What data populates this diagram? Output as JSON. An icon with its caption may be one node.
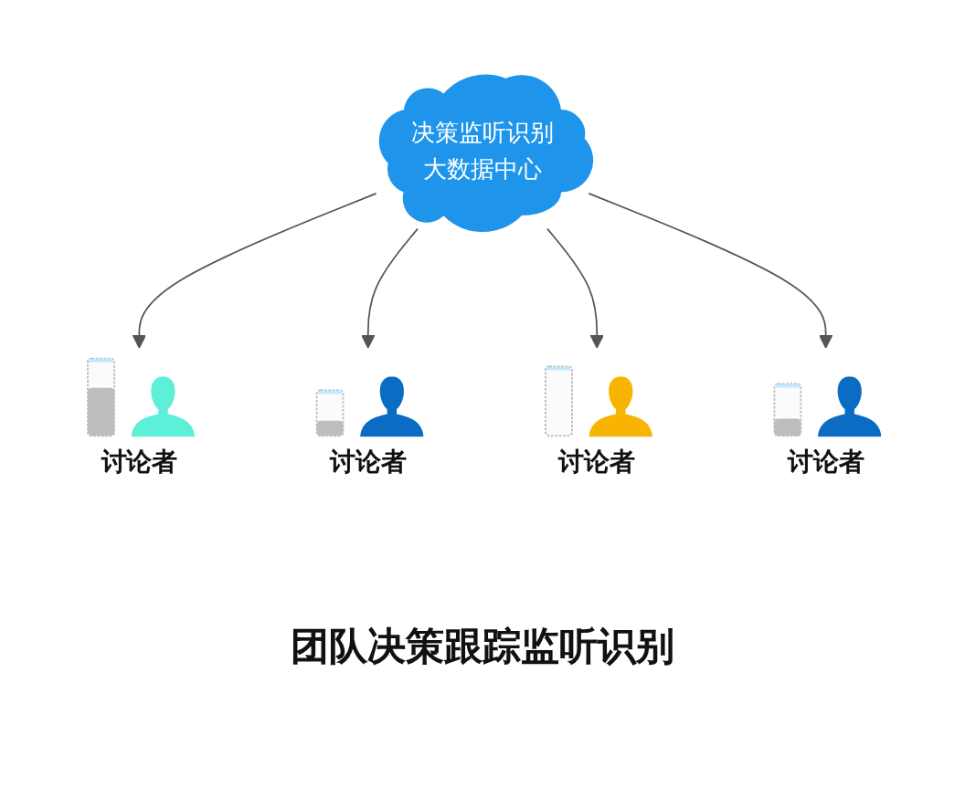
{
  "diagram": {
    "caption": "团队决策跟踪监听识别",
    "nodes": [
      {
        "text": [
          "决策监听识别大数据中心"
        ]
      },
      {
        "text": [
          "讨论者"
        ]
      },
      {
        "text": [
          "讨论者"
        ]
      },
      {
        "text": [
          "讨论者"
        ]
      },
      {
        "text": [
          "讨论者"
        ]
      }
    ],
    "edges": [
      {
        "from": 0,
        "to": 1,
        "arrow": "to"
      },
      {
        "from": 0,
        "to": 2,
        "arrow": "to"
      },
      {
        "from": 0,
        "to": 3,
        "arrow": "to"
      },
      {
        "from": 0,
        "to": 4,
        "arrow": "to"
      }
    ]
  }
}
